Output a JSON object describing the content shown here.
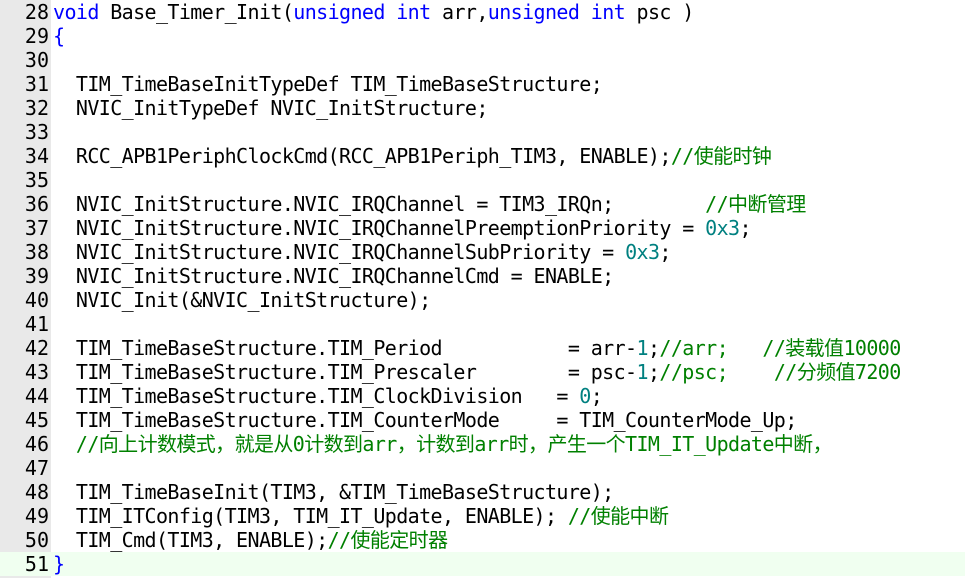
{
  "colors": {
    "keyword": "#0000ff",
    "comment": "#008000",
    "number": "#008080",
    "text": "#000000",
    "gutter": "#e9e9e9",
    "current_line": "#f0fff0"
  },
  "lines": [
    {
      "num": "28",
      "tokens": [
        {
          "t": "kw",
          "s": "void"
        },
        {
          "t": "pl",
          "s": " Base_Timer_Init("
        },
        {
          "t": "kw",
          "s": "unsigned int"
        },
        {
          "t": "pl",
          "s": " arr,"
        },
        {
          "t": "kw",
          "s": "unsigned int"
        },
        {
          "t": "pl",
          "s": " psc )"
        }
      ]
    },
    {
      "num": "29",
      "tokens": [
        {
          "t": "brk",
          "s": "{"
        }
      ]
    },
    {
      "num": "30",
      "tokens": []
    },
    {
      "num": "31",
      "tokens": [
        {
          "t": "pl",
          "s": "  TIM_TimeBaseInitTypeDef TIM_TimeBaseStructure;"
        }
      ]
    },
    {
      "num": "32",
      "tokens": [
        {
          "t": "pl",
          "s": "  NVIC_InitTypeDef NVIC_InitStructure;"
        }
      ]
    },
    {
      "num": "33",
      "tokens": []
    },
    {
      "num": "34",
      "tokens": [
        {
          "t": "pl",
          "s": "  RCC_APB1PeriphClockCmd(RCC_APB1Periph_TIM3, ENABLE);"
        },
        {
          "t": "cm",
          "s": "//使能时钟"
        }
      ]
    },
    {
      "num": "35",
      "tokens": []
    },
    {
      "num": "36",
      "tokens": [
        {
          "t": "pl",
          "s": "  NVIC_InitStructure.NVIC_IRQChannel = TIM3_IRQn;        "
        },
        {
          "t": "cm",
          "s": "//中断管理"
        }
      ]
    },
    {
      "num": "37",
      "tokens": [
        {
          "t": "pl",
          "s": "  NVIC_InitStructure.NVIC_IRQChannelPreemptionPriority = "
        },
        {
          "t": "num",
          "s": "0x3"
        },
        {
          "t": "pl",
          "s": ";"
        }
      ]
    },
    {
      "num": "38",
      "tokens": [
        {
          "t": "pl",
          "s": "  NVIC_InitStructure.NVIC_IRQChannelSubPriority = "
        },
        {
          "t": "num",
          "s": "0x3"
        },
        {
          "t": "pl",
          "s": ";"
        }
      ]
    },
    {
      "num": "39",
      "tokens": [
        {
          "t": "pl",
          "s": "  NVIC_InitStructure.NVIC_IRQChannelCmd = ENABLE;"
        }
      ]
    },
    {
      "num": "40",
      "tokens": [
        {
          "t": "pl",
          "s": "  NVIC_Init(&NVIC_InitStructure);"
        }
      ]
    },
    {
      "num": "41",
      "tokens": []
    },
    {
      "num": "42",
      "tokens": [
        {
          "t": "pl",
          "s": "  TIM_TimeBaseStructure.TIM_Period           = arr-"
        },
        {
          "t": "num",
          "s": "1"
        },
        {
          "t": "pl",
          "s": ";"
        },
        {
          "t": "cm",
          "s": "//arr;   //装载值10000"
        }
      ]
    },
    {
      "num": "43",
      "tokens": [
        {
          "t": "pl",
          "s": "  TIM_TimeBaseStructure.TIM_Prescaler        = psc-"
        },
        {
          "t": "num",
          "s": "1"
        },
        {
          "t": "pl",
          "s": ";"
        },
        {
          "t": "cm",
          "s": "//psc;    //分频值7200"
        }
      ]
    },
    {
      "num": "44",
      "tokens": [
        {
          "t": "pl",
          "s": "  TIM_TimeBaseStructure.TIM_ClockDivision   = "
        },
        {
          "t": "num",
          "s": "0"
        },
        {
          "t": "pl",
          "s": ";"
        }
      ]
    },
    {
      "num": "45",
      "tokens": [
        {
          "t": "pl",
          "s": "  TIM_TimeBaseStructure.TIM_CounterMode     = TIM_CounterMode_Up;"
        }
      ]
    },
    {
      "num": "46",
      "tokens": [
        {
          "t": "cm",
          "s": "  //向上计数模式，就是从0计数到arr，计数到arr时，产生一个TIM_IT_Update中断，"
        }
      ]
    },
    {
      "num": "47",
      "tokens": []
    },
    {
      "num": "48",
      "tokens": [
        {
          "t": "pl",
          "s": "  TIM_TimeBaseInit(TIM3, &TIM_TimeBaseStructure);"
        }
      ]
    },
    {
      "num": "49",
      "tokens": [
        {
          "t": "pl",
          "s": "  TIM_ITConfig(TIM3, TIM_IT_Update, ENABLE); "
        },
        {
          "t": "cm",
          "s": "//使能中断"
        }
      ]
    },
    {
      "num": "50",
      "tokens": [
        {
          "t": "pl",
          "s": "  TIM_Cmd(TIM3, ENABLE);"
        },
        {
          "t": "cm",
          "s": "//使能定时器"
        }
      ]
    },
    {
      "num": "51",
      "current": true,
      "tokens": [
        {
          "t": "brk",
          "s": "}"
        }
      ]
    }
  ]
}
